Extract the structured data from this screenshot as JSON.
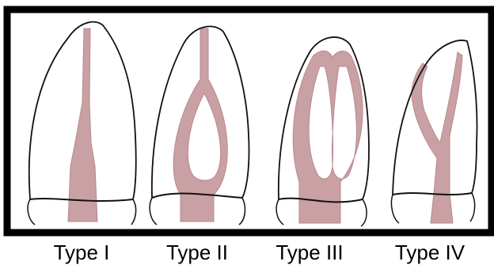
{
  "colors": {
    "frame": "#000000",
    "canal": "#c9a0a3",
    "outline": "#111111",
    "background": "#ffffff"
  },
  "labels": [
    "Type I",
    "Type II",
    "Type III",
    "Type IV"
  ]
}
